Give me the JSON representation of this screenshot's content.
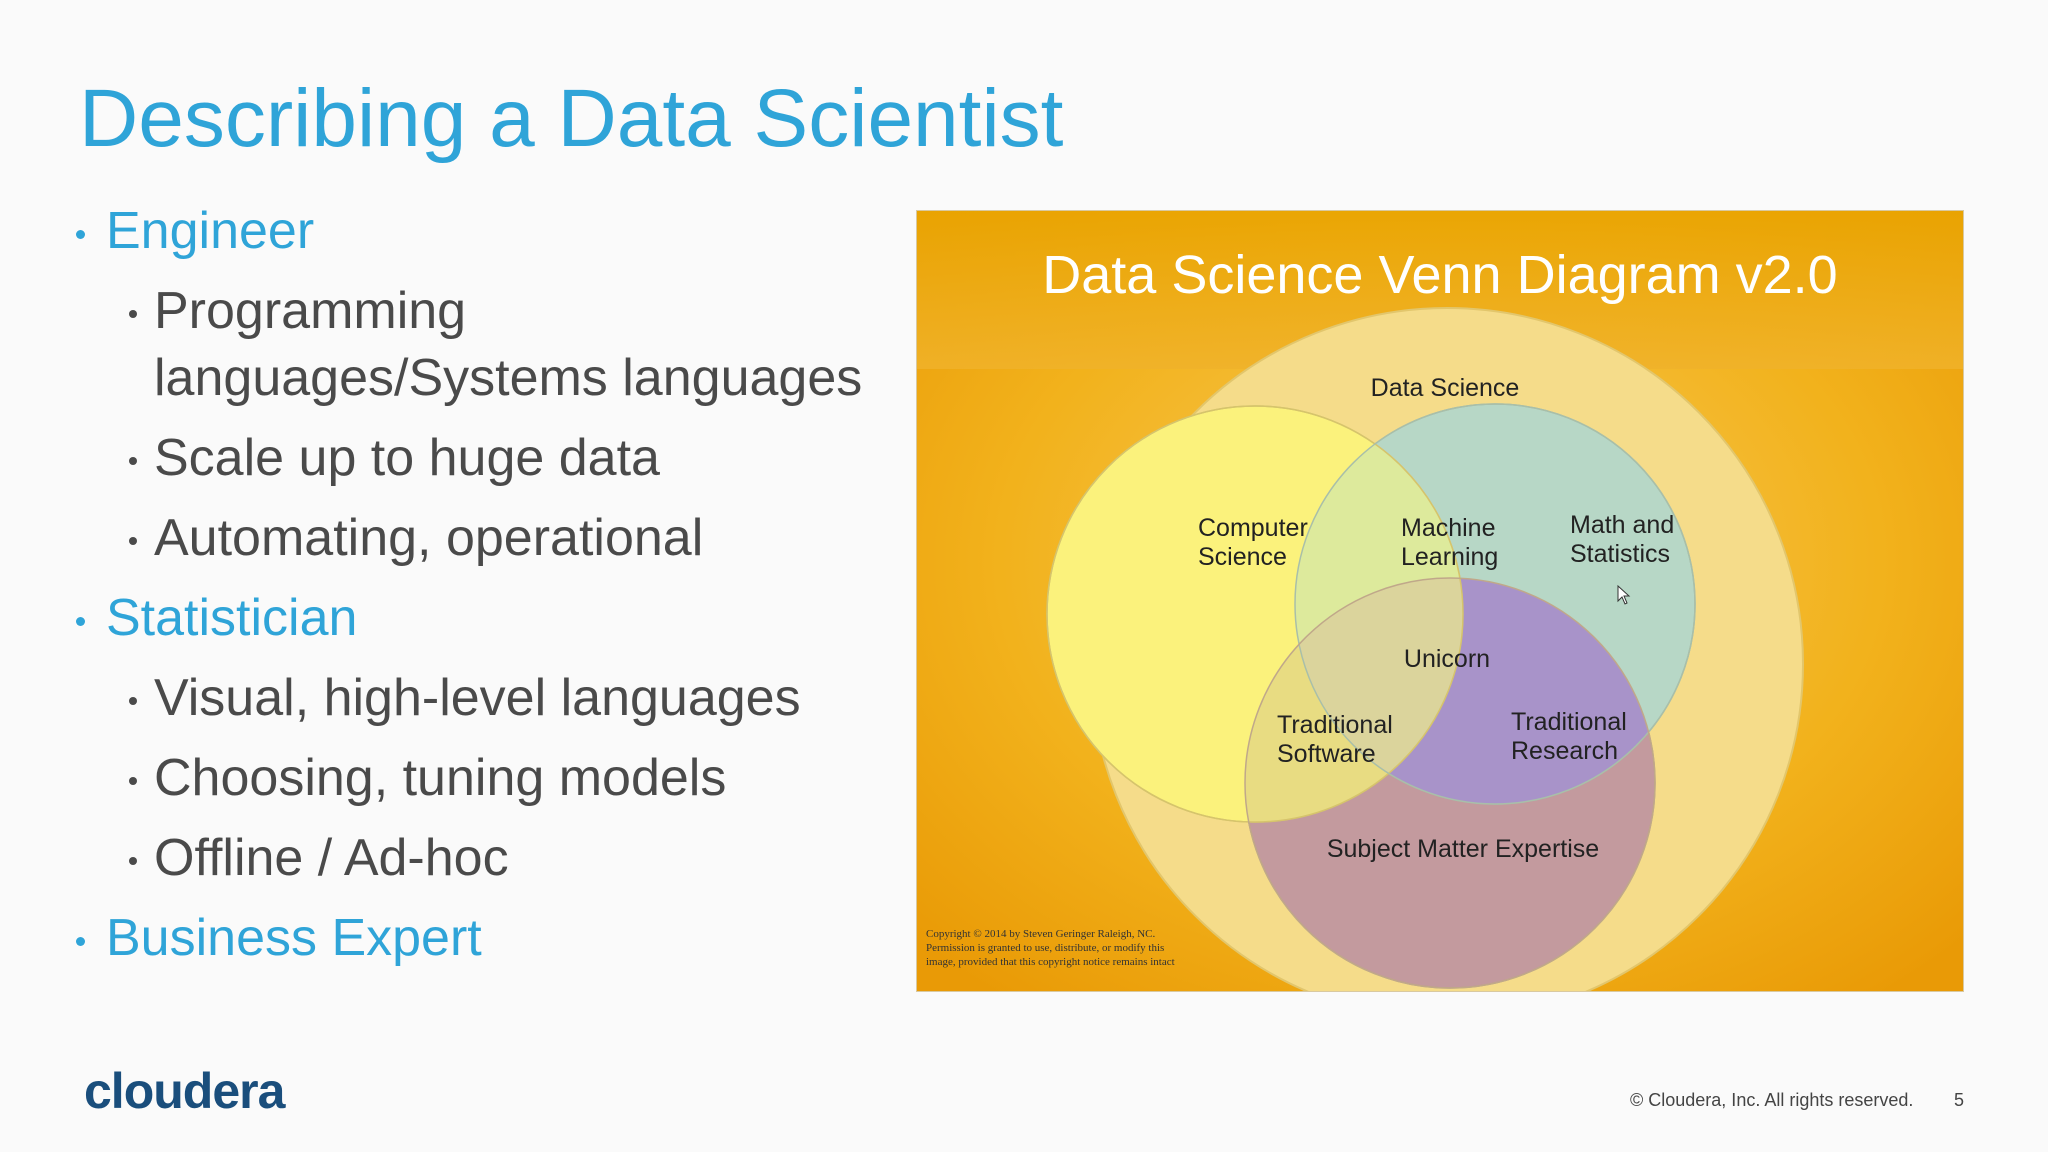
{
  "slide": {
    "title": "Describing a Data Scientist",
    "bullets": [
      {
        "level": 1,
        "text": "Engineer"
      },
      {
        "level": 2,
        "text": "Programming"
      },
      {
        "level": 2,
        "text": "languages/Systems languages",
        "continuation": true
      },
      {
        "level": 2,
        "text": "Scale up to huge data"
      },
      {
        "level": 2,
        "text": "Automating, operational"
      },
      {
        "level": 1,
        "text": "Statistician"
      },
      {
        "level": 2,
        "text": "Visual, high-level languages"
      },
      {
        "level": 2,
        "text": "Choosing, tuning models"
      },
      {
        "level": 2,
        "text": "Offline / Ad-hoc"
      },
      {
        "level": 1,
        "text": "Business Expert"
      }
    ],
    "accent_color": "#2fa4d8",
    "body_color": "#4a4a4a"
  },
  "venn": {
    "title": "Data Science Venn Diagram v2.0",
    "outer_label": "Data Science",
    "circle_labels": {
      "computer_science": [
        "Computer",
        "Science"
      ],
      "math_statistics": [
        "Math and",
        "Statistics"
      ],
      "subject_matter": "Subject Matter Expertise"
    },
    "overlap_labels": {
      "machine_learning": [
        "Machine",
        "Learning"
      ],
      "traditional_software": [
        "Traditional",
        "Software"
      ],
      "traditional_research": [
        "Traditional",
        "Research"
      ],
      "unicorn": "Unicorn"
    },
    "copyright_lines": [
      "Copyright © 2014 by Steven Geringer Raleigh, NC.",
      "Permission is granted to use, distribute, or modify this",
      "image, provided that this copyright notice remains intact"
    ],
    "colors": {
      "background": "#f0a800",
      "outer_circle": "#f4dc86",
      "computer_science": "#fbf27a",
      "math_statistics": "#b6d6c6",
      "subject_matter": "#c39a9e",
      "traditional_research": "#a88fc8",
      "unicorn": "#d9d49a"
    }
  },
  "footer": {
    "logo": "cloudera",
    "copyright": "© Cloudera, Inc. All rights reserved.",
    "page_number": "5"
  }
}
